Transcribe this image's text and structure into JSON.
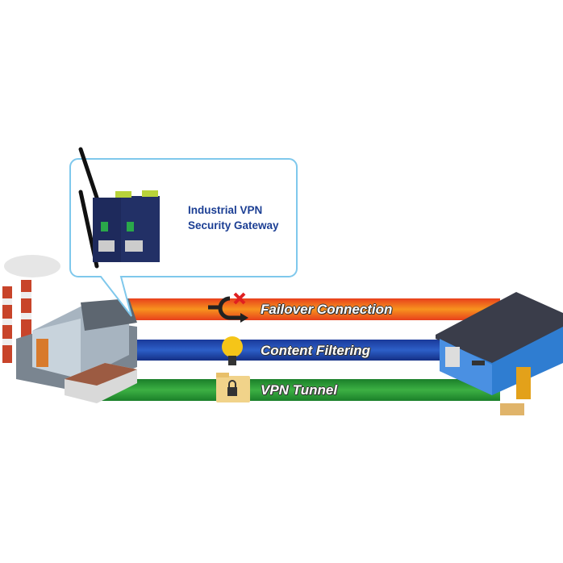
{
  "callout": {
    "line1": "Industrial VPN",
    "line2": "Security Gateway"
  },
  "links": [
    {
      "label": "Failover Connection",
      "icon": "failover-arrow-icon",
      "color": "#f07a1a"
    },
    {
      "label": "Content Filtering",
      "icon": "lightbulb-icon",
      "color": "#1d44a8"
    },
    {
      "label": "VPN Tunnel",
      "icon": "lock-folder-icon",
      "color": "#2a9a35"
    }
  ],
  "colors": {
    "callout_border": "#7fc8ec",
    "text_blue": "#1c3f94"
  }
}
